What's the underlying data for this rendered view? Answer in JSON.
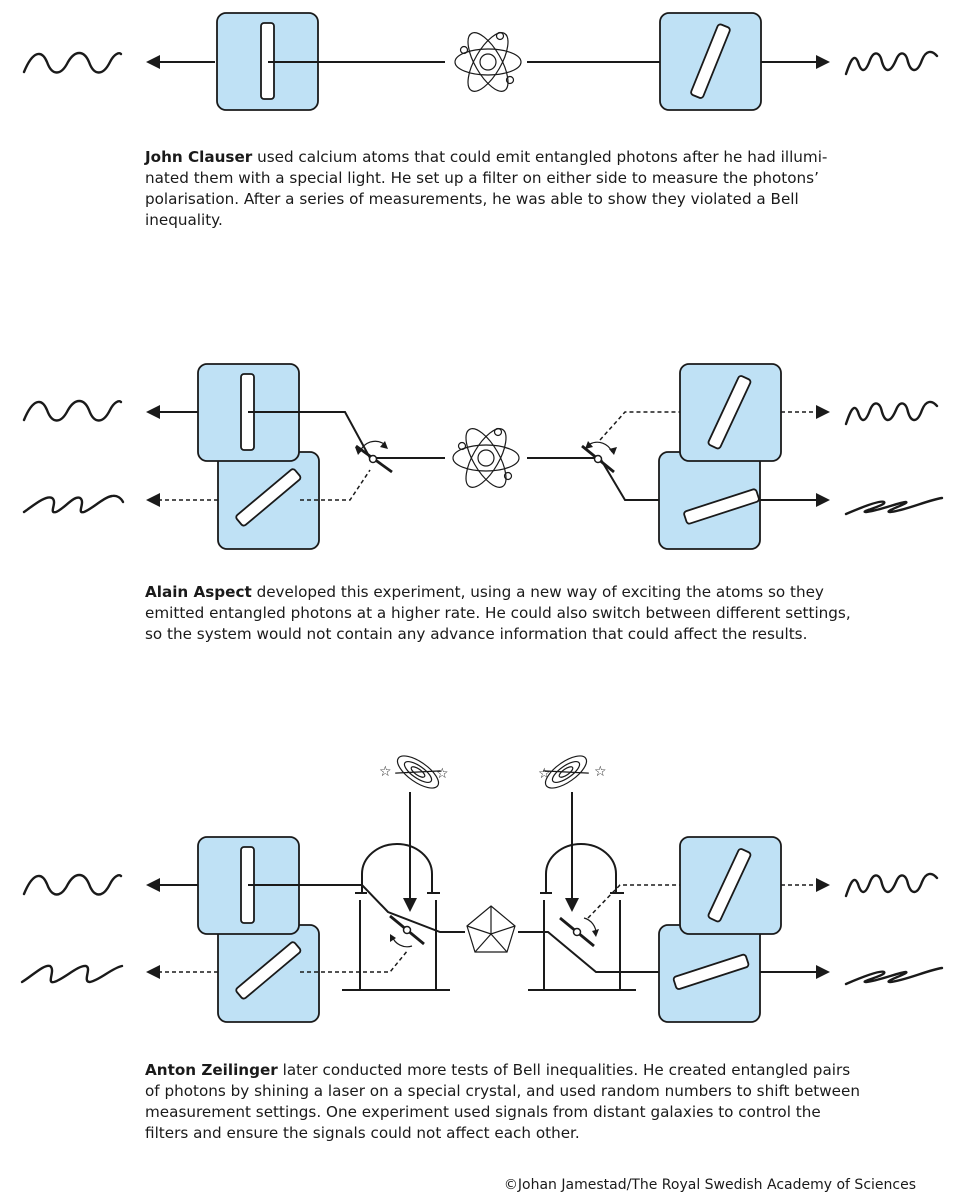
{
  "captions": {
    "clauser": {
      "name": "John Clauser",
      "text": " used calcium atoms that could emit entangled photons after he had illumi-nated them with a special light. He set up a filter on either side to measure the photons’ polarisation. After a series of measurements, he was able to show they violated a Bell inequality."
    },
    "aspect": {
      "name": "Alain Aspect",
      "text": " developed this experiment, using a new way of exciting the atoms so they emitted entangled photons at a higher rate. He could also switch between different settings, so the system would not contain any advance information that could affect the results."
    },
    "zeilinger": {
      "name": "Anton Zeilinger",
      "text": " later conducted more tests of Bell inequalities. He created entangled pairs of photons by shining a laser on a special crystal, and used random numbers to shift between measurement settings. One experiment used signals from distant galaxies to control the filters and ensure the signals could not affect each other."
    }
  },
  "credit": "©Johan Jamestad/The Royal Swedish Academy of Sciences",
  "colors": {
    "filter_fill": "#bfe1f5",
    "line": "#1a1a1a",
    "background": "#ffffff"
  },
  "icons": [
    "atom-icon",
    "crystal-icon",
    "galaxy-icon",
    "star-icon",
    "photon-wave-icon",
    "switch-icon"
  ]
}
